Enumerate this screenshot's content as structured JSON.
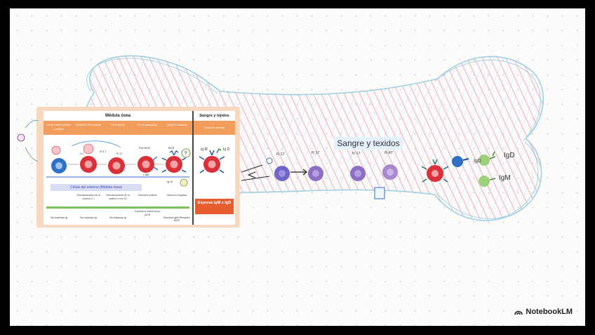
{
  "panel": {
    "marrow_title": "Médula ósea",
    "stages": [
      "Célula madre hemato-poyética",
      "Célula Pre-B temprana",
      "Pro-B tardía",
      "Pre-B (Inmadura)",
      "Célula B inmadura"
    ],
    "cell_labels": {
      "lc": "LC",
      "r07": "R 0.7",
      "r17": "R 17",
      "r7": "R 7",
      "pre_bcr": "Pre BCR",
      "lam": "LAM",
      "bcr": "BCR",
      "igm": "Ig M",
      "q": "?"
    },
    "site_banner": "Célula del entorno (Médula ósea)",
    "captions": [
      "Reordenamiento de la cadena D J",
      "Reordenamiento de la cadena V con DJ",
      "Selección positiva",
      "Selección negativa"
    ],
    "middle_caption": "Expresa la nueva forma pre-B",
    "footers": [
      "No expresa Ig",
      "No expresa Ig",
      "No expresa Ig",
      "Expresa IgM Receptor BCR"
    ]
  },
  "tissue": {
    "title": "Sangre y tejidos",
    "header": "Célula B madura",
    "igm": "Ig M",
    "igd": "Ig D",
    "box": "Expresa IgM e IgD"
  },
  "main": {
    "title": "Sangre y texidos",
    "cell_tags": [
      "R 17",
      "R 17",
      "R 17",
      "R AT"
    ],
    "igd_small": "IgD",
    "igd_big": "IgD",
    "igm_big": "IgM"
  },
  "brand": {
    "name": "NotebookLM"
  },
  "colors": {
    "panel_bg": "#f6d9bf",
    "header": "#f29c5c",
    "box": "#e85d2e",
    "red_cell": "#d9303a",
    "blue_cell": "#2f6fc6",
    "purple_cell": "#8d6fc4",
    "bone_outline": "#a9d6e6",
    "pink_hatch": "#f1a9bd"
  }
}
